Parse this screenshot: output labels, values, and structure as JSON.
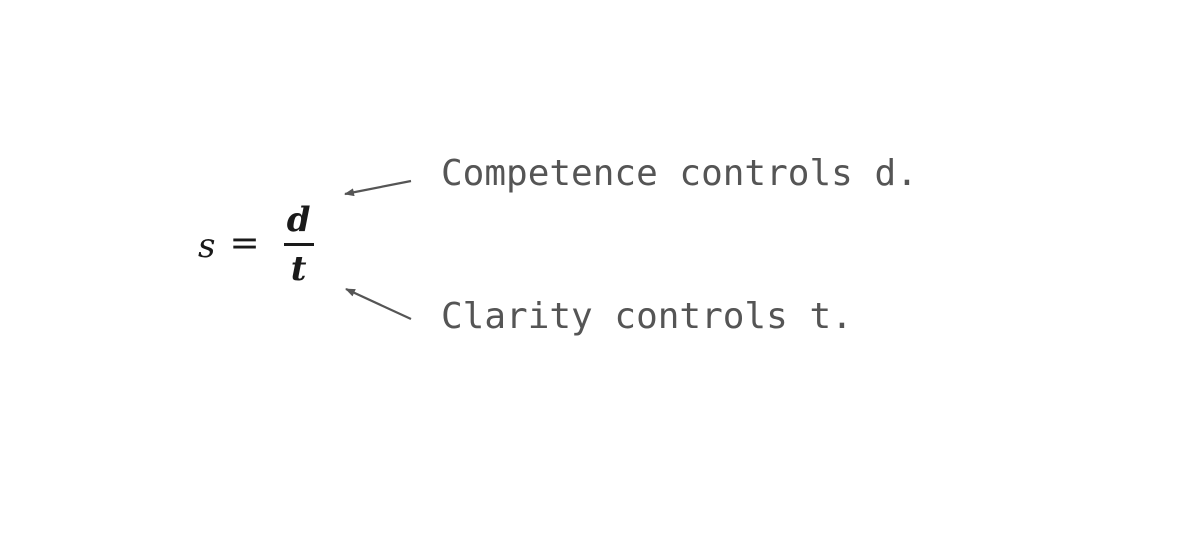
{
  "formula": {
    "lhs": "s",
    "equals": "=",
    "numerator": "d",
    "denominator": "t"
  },
  "annotations": {
    "numerator_note": "Competence controls d.",
    "denominator_note": "Clarity controls t."
  },
  "colors": {
    "formula_text": "#1a1a1a",
    "annotation_text": "#555555",
    "arrow": "#555555",
    "background": "#ffffff"
  }
}
